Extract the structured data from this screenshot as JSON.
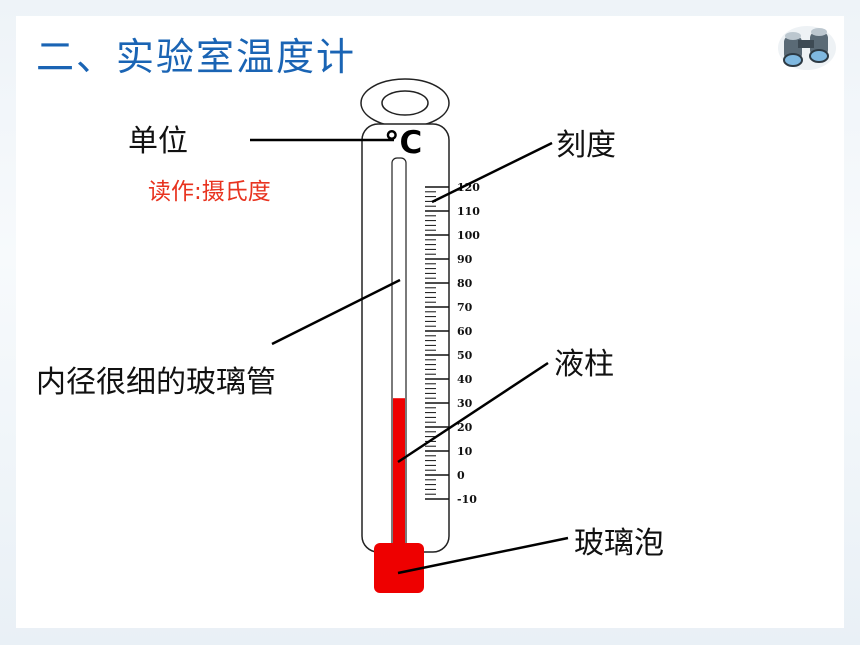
{
  "title": "二、实验室温度计",
  "unit_symbol": "°C",
  "labels": {
    "unit": "单位",
    "reading": "读作:摄氏度",
    "scale": "刻度",
    "tube": "内径很细的玻璃管",
    "column": "液柱",
    "bulb": "玻璃泡"
  },
  "scale": {
    "ticks": [
      "120",
      "110",
      "100",
      "90",
      "80",
      "70",
      "60",
      "50",
      "40",
      "30",
      "20",
      "10",
      "0",
      "-10"
    ],
    "min": -10,
    "max": 120,
    "liquid_level": 32
  },
  "colors": {
    "title": "#1a64b4",
    "liquid": "#ee0000",
    "reading": "#e8331f"
  },
  "icons": [
    "binoculars-icon"
  ]
}
